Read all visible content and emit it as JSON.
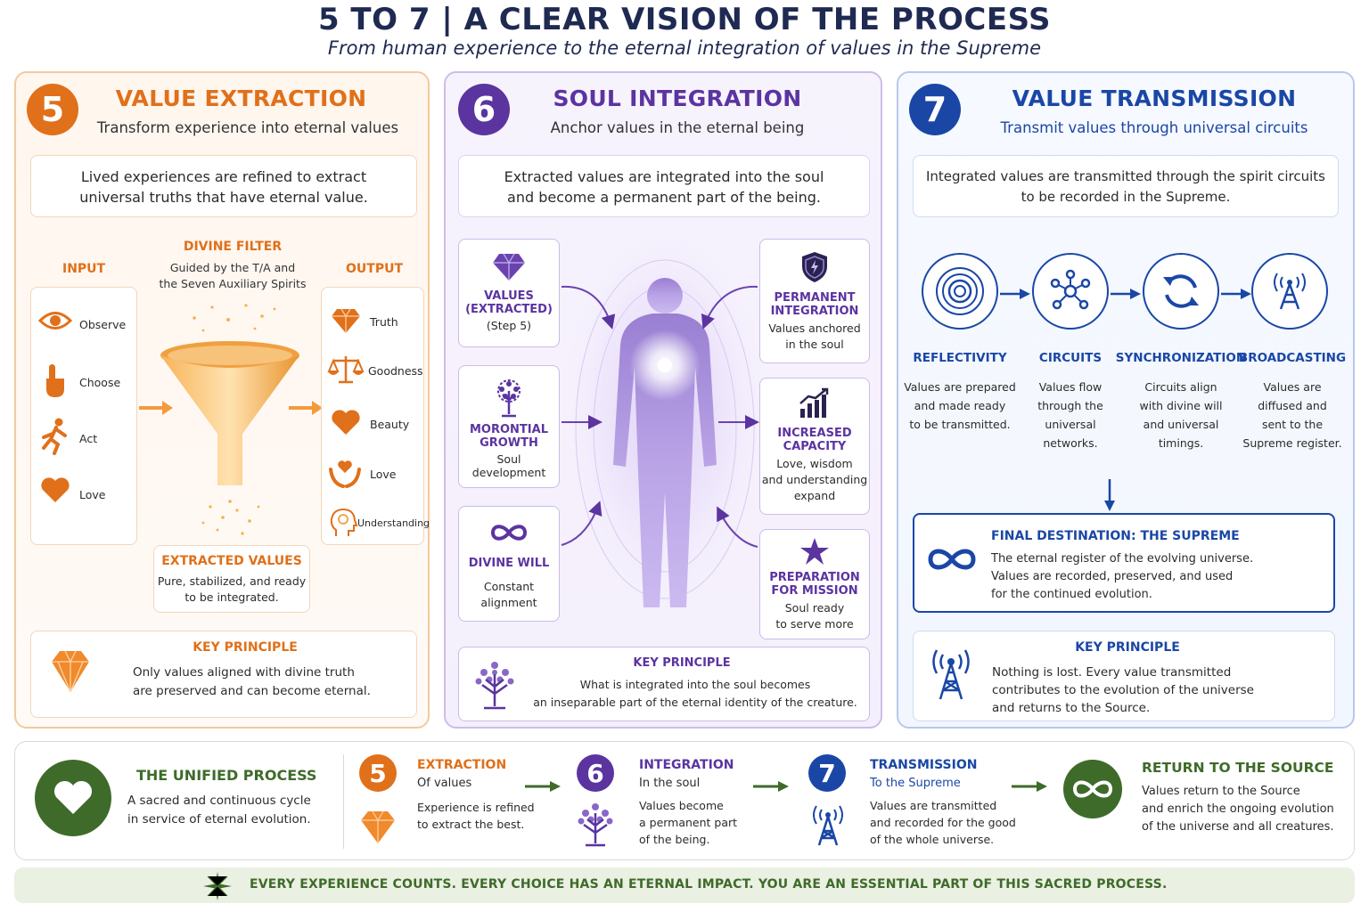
{
  "header": {
    "title": "5 TO 7 | A CLEAR VISION OF THE PROCESS",
    "subtitle": "From human experience to the eternal integration of values in the Supreme"
  },
  "colors": {
    "orange": "#e0701a",
    "purple": "#5b34a0",
    "blue": "#1a47a6",
    "green": "#3e6b2a"
  },
  "step5": {
    "number": "5",
    "title": "VALUE EXTRACTION",
    "subtitle": "Transform experience into eternal values",
    "desc_line1": "Lived experiences are refined to extract",
    "desc_line2": "universal truths that have eternal value.",
    "input_label": "INPUT",
    "inputs": [
      {
        "icon": "eye-icon",
        "label": "Observe"
      },
      {
        "icon": "pointing-hand-icon",
        "label": "Choose"
      },
      {
        "icon": "running-person-icon",
        "label": "Act"
      },
      {
        "icon": "heart-icon",
        "label": "Love"
      }
    ],
    "filter_label": "DIVINE FILTER",
    "filter_line1": "Guided by the T/A and",
    "filter_line2": "the Seven Auxiliary Spirits",
    "output_label": "OUTPUT",
    "outputs": [
      {
        "icon": "diamond-icon",
        "label": "Truth"
      },
      {
        "icon": "scales-icon",
        "label": "Goodness"
      },
      {
        "icon": "heart-icon",
        "label": "Beauty"
      },
      {
        "icon": "hands-heart-icon",
        "label": "Love"
      },
      {
        "icon": "head-lightbulb-icon",
        "label": "Understanding"
      }
    ],
    "extracted_title": "EXTRACTED VALUES",
    "extracted_line1": "Pure, stabilized, and ready",
    "extracted_line2": "to be integrated.",
    "key_title": "KEY PRINCIPLE",
    "key_line1": "Only values aligned with divine truth",
    "key_line2": "are preserved and can become eternal."
  },
  "step6": {
    "number": "6",
    "title": "SOUL INTEGRATION",
    "subtitle": "Anchor values in the eternal being",
    "desc_line1": "Extracted values are integrated into the soul",
    "desc_line2": "and become a permanent part of the being.",
    "left_cards": [
      {
        "icon": "gem-icon",
        "t1": "VALUES",
        "t2": "(EXTRACTED)",
        "d1": "(Step 5)",
        "d2": ""
      },
      {
        "icon": "tree-icon",
        "t1": "MORONTIAL",
        "t2": "GROWTH",
        "d1": "Soul development",
        "d2": ""
      },
      {
        "icon": "infinity-icon",
        "t1": "DIVINE WILL",
        "t2": "",
        "d1": "Constant",
        "d2": "alignment"
      }
    ],
    "right_cards": [
      {
        "icon": "shield-icon",
        "t1": "PERMANENT",
        "t2": "INTEGRATION",
        "d1": "Values anchored",
        "d2": "in the soul",
        "d3": ""
      },
      {
        "icon": "growth-chart-icon",
        "t1": "INCREASED",
        "t2": "CAPACITY",
        "d1": "Love, wisdom",
        "d2": "and understanding",
        "d3": "expand"
      },
      {
        "icon": "star-icon",
        "t1": "PREPARATION",
        "t2": "FOR MISSION",
        "d1": "Soul ready",
        "d2": "to serve more",
        "d3": ""
      }
    ],
    "key_title": "KEY PRINCIPLE",
    "key_line1": "What is integrated into the soul becomes",
    "key_line2": "an inseparable part of the eternal identity of the creature."
  },
  "step7": {
    "number": "7",
    "title": "VALUE TRANSMISSION",
    "subtitle": "Transmit values through universal circuits",
    "desc_line1": "Integrated values are transmitted through the spirit circuits",
    "desc_line2": "to be recorded in the Supreme.",
    "stages": [
      {
        "icon": "concentric-rings-icon",
        "label": "REFLECTIVITY",
        "lines": [
          "Values are prepared",
          "and made ready",
          "to be transmitted.",
          ""
        ]
      },
      {
        "icon": "network-hub-icon",
        "label": "CIRCUITS",
        "lines": [
          "Values flow",
          "through the",
          "universal",
          "networks."
        ]
      },
      {
        "icon": "sync-arrows-icon",
        "label": "SYNCHRONIZATION",
        "lines": [
          "Circuits align",
          "with divine will",
          "and universal",
          "timings."
        ]
      },
      {
        "icon": "broadcast-tower-icon",
        "label": "BROADCASTING",
        "lines": [
          "Values are",
          "diffused and",
          "sent to the",
          "Supreme register."
        ]
      }
    ],
    "final_title": "FINAL DESTINATION: THE SUPREME",
    "final_line1": "The eternal register of the evolving universe.",
    "final_line2": "Values are recorded, preserved, and used",
    "final_line3": "for the continued evolution.",
    "key_title": "KEY PRINCIPLE",
    "key_line1": "Nothing is lost. Every value transmitted",
    "key_line2": "contributes to the evolution of the universe",
    "key_line3": "and returns to the Source."
  },
  "unified": {
    "title": "THE UNIFIED PROCESS",
    "line1": "A sacred and continuous cycle",
    "line2": "in service of eternal evolution.",
    "steps": [
      {
        "number": "5",
        "title": "EXTRACTION",
        "sub": "Of values",
        "d1": "Experience is refined",
        "d2": "to extract the best.",
        "d3": ""
      },
      {
        "number": "6",
        "title": "INTEGRATION",
        "sub": "In the soul",
        "d1": "Values become",
        "d2": "a permanent part",
        "d3": "of the being."
      },
      {
        "number": "7",
        "title": "TRANSMISSION",
        "sub": "To the Supreme",
        "d1": "Values are transmitted",
        "d2": "and recorded for the good",
        "d3": "of the whole universe."
      }
    ],
    "return_title": "RETURN TO THE SOURCE",
    "return_line1": "Values return to the Source",
    "return_line2": "and enrich the ongoing evolution",
    "return_line3": "of the universe and all creatures."
  },
  "footer": {
    "text": "EVERY EXPERIENCE COUNTS. EVERY CHOICE HAS AN ETERNAL IMPACT. YOU ARE AN ESSENTIAL PART OF THIS SACRED PROCESS."
  }
}
